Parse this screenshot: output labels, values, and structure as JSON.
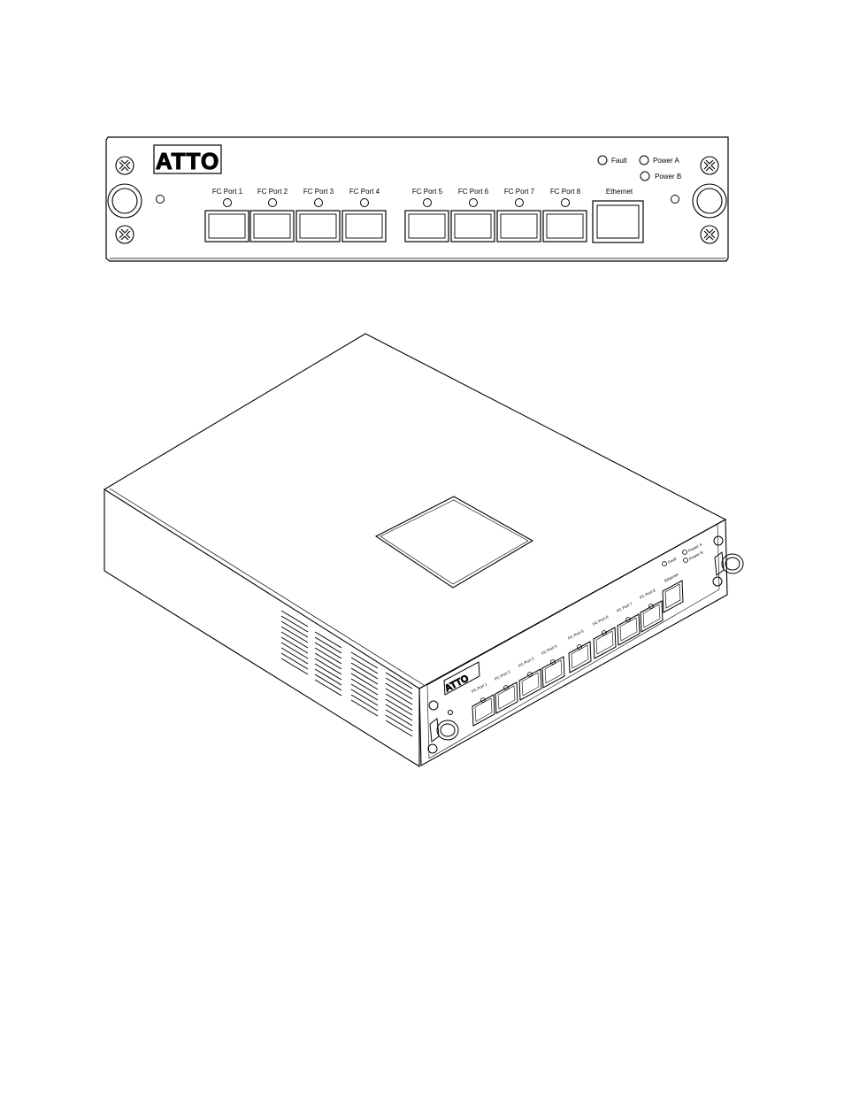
{
  "front_panel": {
    "logo": "ATTO",
    "ports": [
      "FC Port 1",
      "FC Port 2",
      "FC Port 3",
      "FC Port 4",
      "FC Port 5",
      "FC Port 6",
      "FC Port 7",
      "FC Port 8"
    ],
    "ethernet": "Ethernet",
    "status_leds": {
      "fault": "Fault",
      "power_a": "Power A",
      "power_b": "Power B"
    }
  },
  "iso_view": {
    "logo": "ATTO",
    "ports": [
      "FC Port 1",
      "FC Port 2",
      "FC Port 3",
      "FC Port 4",
      "FC Port 5",
      "FC Port 6",
      "FC Port 7",
      "FC Port 8"
    ],
    "ethernet": "Ethernet",
    "status_leds": {
      "fault": "Fault",
      "power_a": "Power A",
      "power_b": "Power B"
    }
  }
}
